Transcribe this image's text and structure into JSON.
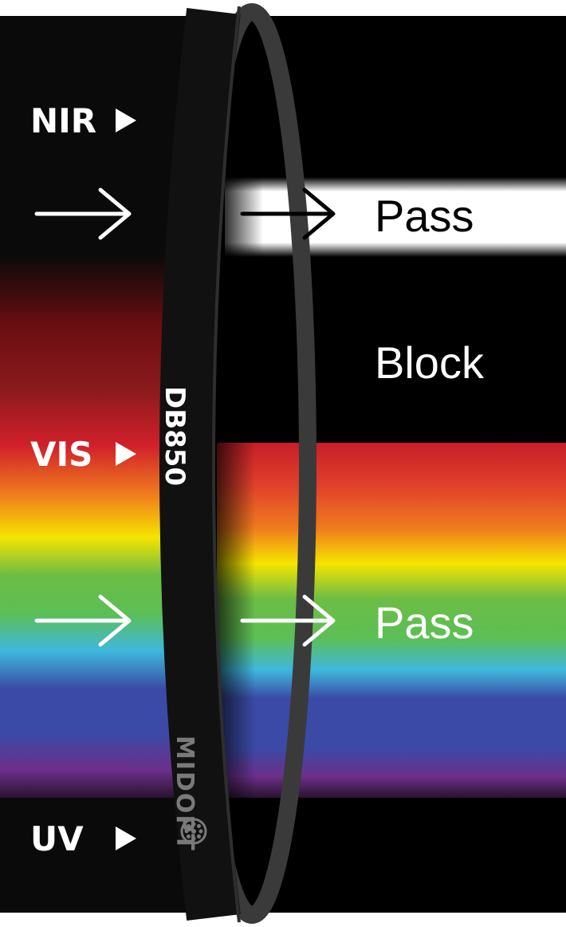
{
  "labels": {
    "nir": "NIR",
    "vis": "VIS",
    "uv": "UV"
  },
  "outputs": {
    "nir_result": "Pass",
    "block_result": "Block",
    "vis_result": "Pass"
  },
  "filter": {
    "model": "DB850",
    "brand": "MIDOPT"
  },
  "icons": {
    "pointer": "triangle-right-icon",
    "beam": "arrow-right-icon",
    "logo": "midopt-logo-icon"
  },
  "colors": {
    "background": "#000000",
    "ring_outer": "#111111",
    "ring_inner": "#3a3a3a",
    "pass_band": "#ffffff",
    "spectrum_red": "#d0202a",
    "spectrum_orange": "#f07a1e",
    "spectrum_yellow": "#f5e400",
    "spectrum_green": "#6cbd45",
    "spectrum_cyan": "#3fb7dd",
    "spectrum_blue": "#3b4aa6",
    "spectrum_violet": "#6b2f8a"
  }
}
